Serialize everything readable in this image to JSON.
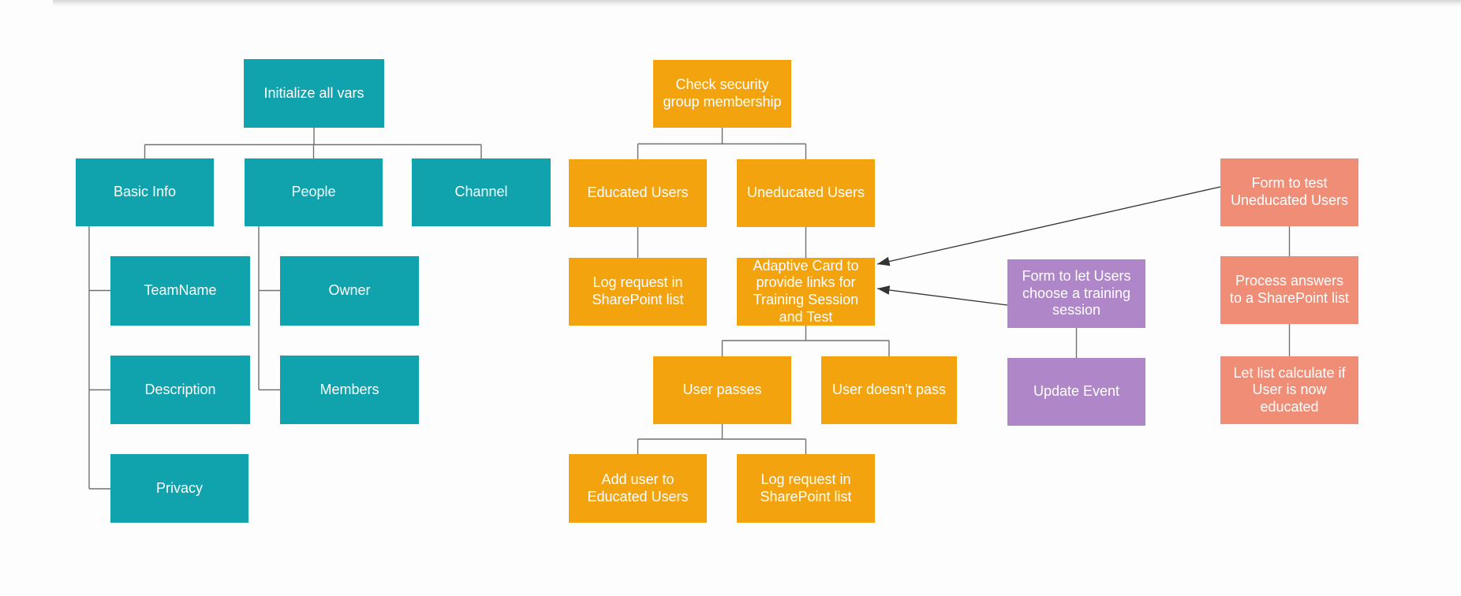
{
  "diagram": {
    "colors": {
      "teal": "#10A3AE",
      "orange": "#F2A30D",
      "purple": "#AF87C9",
      "salmon": "#F08D76",
      "connector": "#707070",
      "arrow": "#333333",
      "node_text": "#FFFFFF"
    },
    "nodes": {
      "initialize_all_vars": {
        "label": "Initialize all vars"
      },
      "basic_info": {
        "label": "Basic Info"
      },
      "people": {
        "label": "People"
      },
      "channel": {
        "label": "Channel"
      },
      "team_name": {
        "label": "TeamName"
      },
      "owner": {
        "label": "Owner"
      },
      "description": {
        "label": "Description"
      },
      "members": {
        "label": "Members"
      },
      "privacy": {
        "label": "Privacy"
      },
      "check_security": {
        "label": "Check security group membership"
      },
      "educated_users": {
        "label": "Educated Users"
      },
      "uneducated_users": {
        "label": "Uneducated Users"
      },
      "log_request_educated": {
        "label": "Log request in SharePoint list"
      },
      "adaptive_card": {
        "label": "Adaptive Card to provide links for Training Session and Test"
      },
      "user_passes": {
        "label": "User passes"
      },
      "user_doesnt_pass": {
        "label": "User doesn’t pass"
      },
      "add_user_educated": {
        "label": "Add user to Educated Users"
      },
      "log_request_passed": {
        "label": "Log request in SharePoint list"
      },
      "form_choose_training": {
        "label": "Form to let Users choose a training session"
      },
      "update_event": {
        "label": "Update Event"
      },
      "form_test_uneducated": {
        "label": "Form to test Uneducated Users"
      },
      "process_answers": {
        "label": "Process answers to a SharePoint list"
      },
      "let_list_calculate": {
        "label": "Let list calculate if User is now educated"
      }
    }
  }
}
